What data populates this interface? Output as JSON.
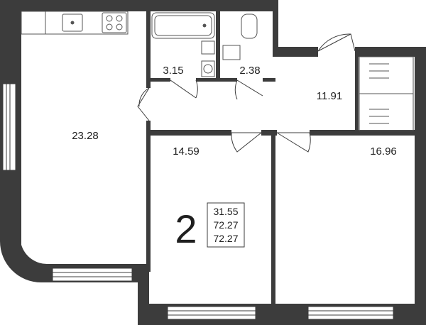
{
  "plan": {
    "rooms_count": "2",
    "areas": {
      "kitchen_living": "23.28",
      "bathroom": "3.15",
      "toilet": "2.38",
      "hall": "11.91",
      "bedroom_left": "14.59",
      "bedroom_right": "16.96"
    },
    "summary": [
      "31.55",
      "72.27",
      "72.27"
    ]
  }
}
